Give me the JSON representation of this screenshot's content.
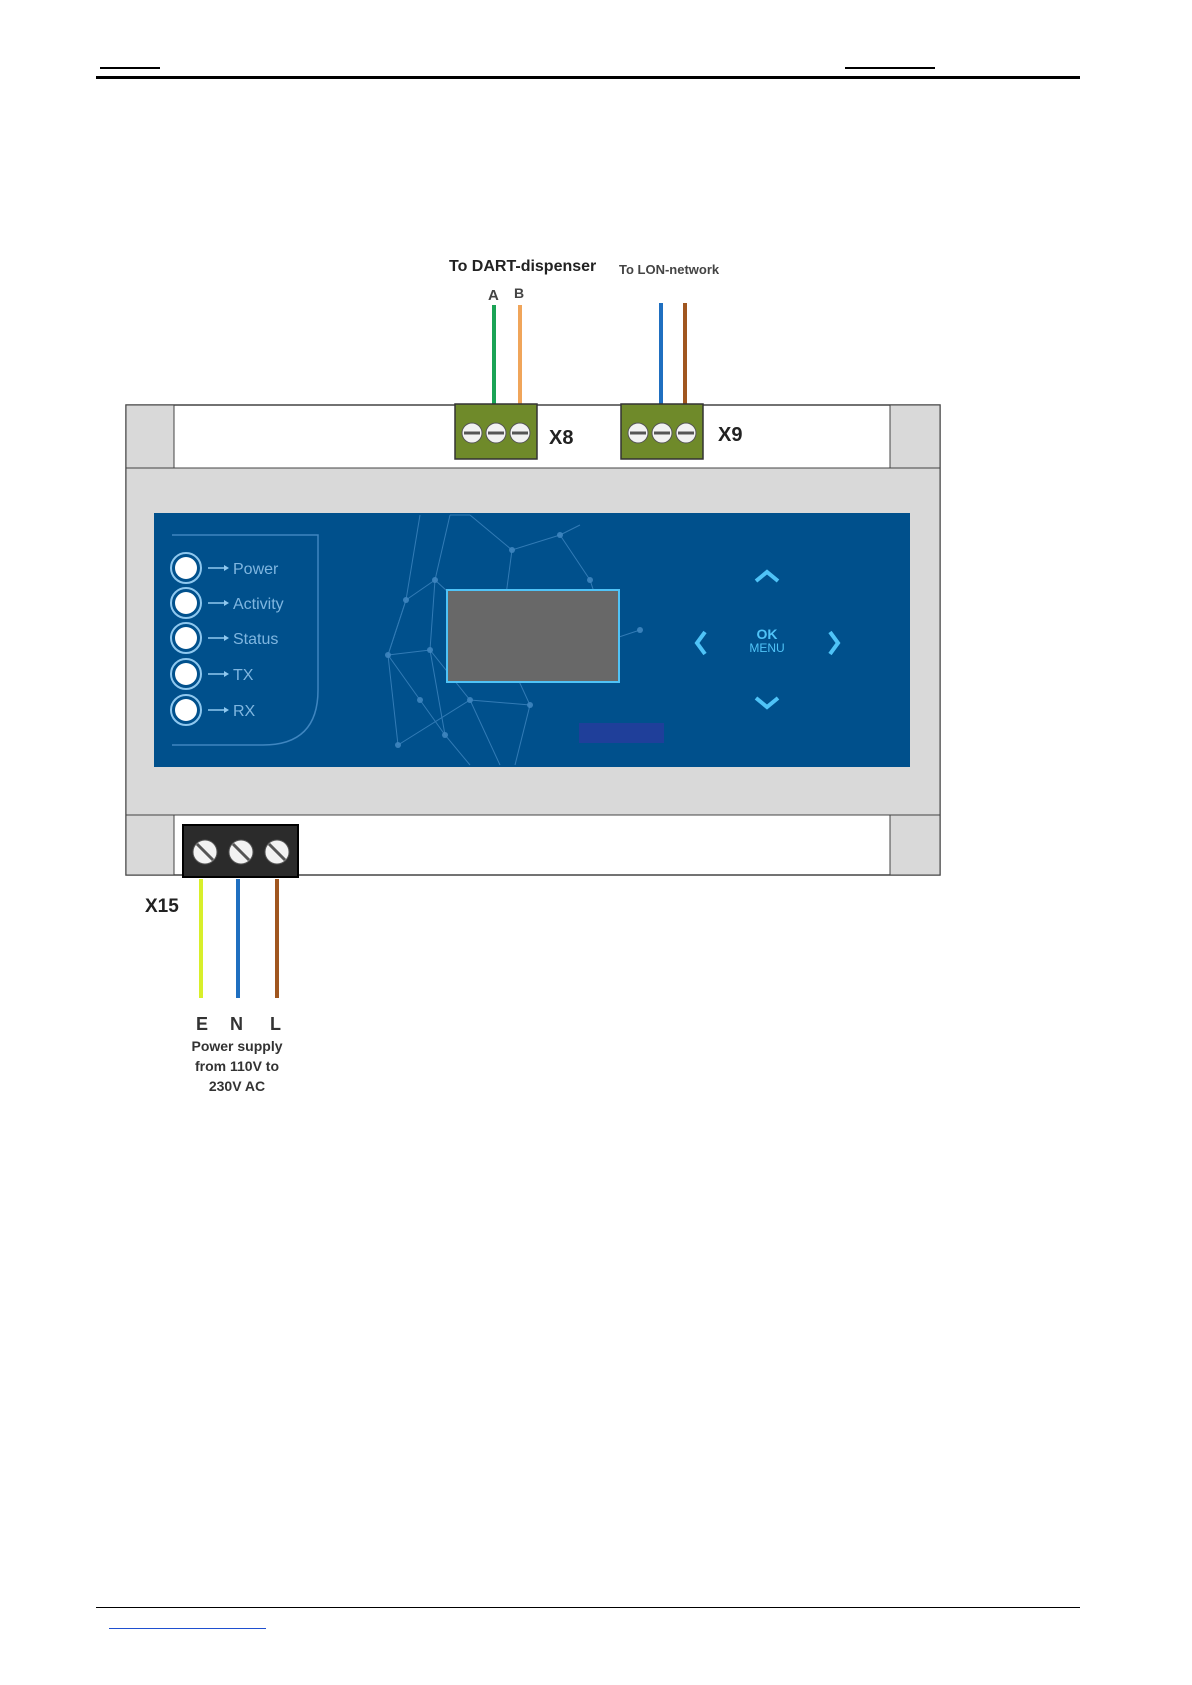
{
  "connectors": {
    "x8": {
      "label": "X8",
      "title": "To DART-dispenser",
      "wire_labels": [
        "A",
        "B"
      ]
    },
    "x9": {
      "label": "X9",
      "title": "To LON-network"
    },
    "x15": {
      "label": "X15",
      "wire_labels": [
        "E",
        "N",
        "L"
      ],
      "caption": [
        "Power supply",
        "from 110V to",
        "230V AC"
      ]
    }
  },
  "panel": {
    "leds": [
      "Power",
      "Activity",
      "Status",
      "TX",
      "RX"
    ],
    "ok_label": "OK",
    "menu_label": "MENU"
  },
  "colors": {
    "panel_blue": "#00508c",
    "terminal_green": "#6f8a2a",
    "wire_green": "#1aa355",
    "wire_orange": "#f0a55a",
    "wire_blue": "#1f6fc0",
    "wire_brown": "#a0561f",
    "wire_yellow": "#d8ef2a",
    "accent_cyan": "#4fc3f7"
  }
}
